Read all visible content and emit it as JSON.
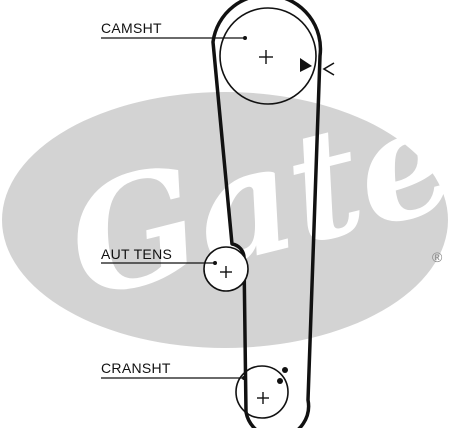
{
  "watermark": {
    "brand": "Gates",
    "registered_mark": "®",
    "oval_color": "#d3d3d3",
    "text_color": "#ffffff"
  },
  "labels": {
    "camshaft": "CAMSHT",
    "tensioner": "AUT TENS",
    "crankshaft": "CRANSHT"
  },
  "colors": {
    "belt": "#111111",
    "line": "#111111"
  }
}
